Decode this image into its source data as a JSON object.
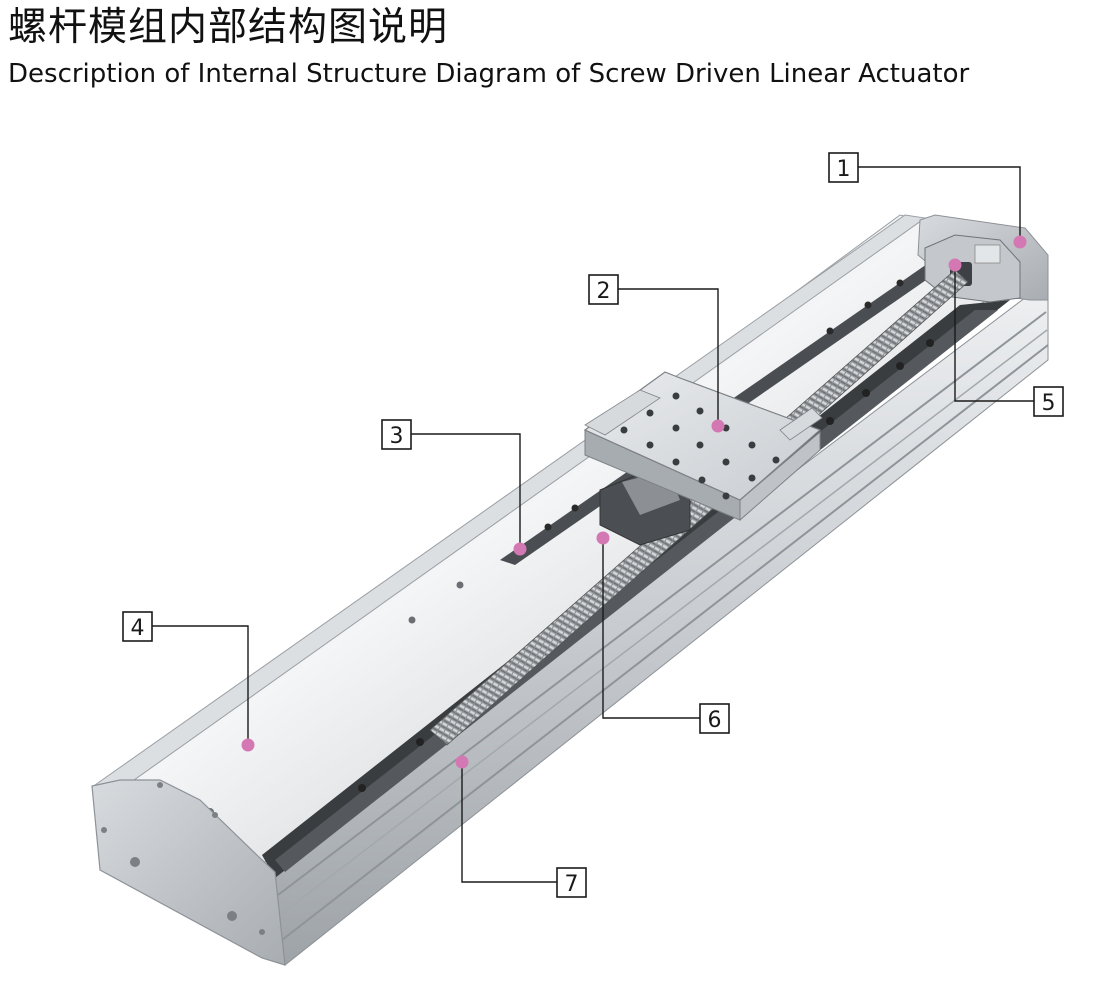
{
  "header": {
    "title_cn": "螺杆模组内部结构图说明",
    "title_en": "Description of Internal Structure Diagram of Screw Driven Linear Actuator"
  },
  "diagram": {
    "marker_color": "#d478b4",
    "callouts": [
      {
        "label": "1"
      },
      {
        "label": "2"
      },
      {
        "label": "3"
      },
      {
        "label": "4"
      },
      {
        "label": "5"
      },
      {
        "label": "6"
      },
      {
        "label": "7"
      }
    ]
  }
}
